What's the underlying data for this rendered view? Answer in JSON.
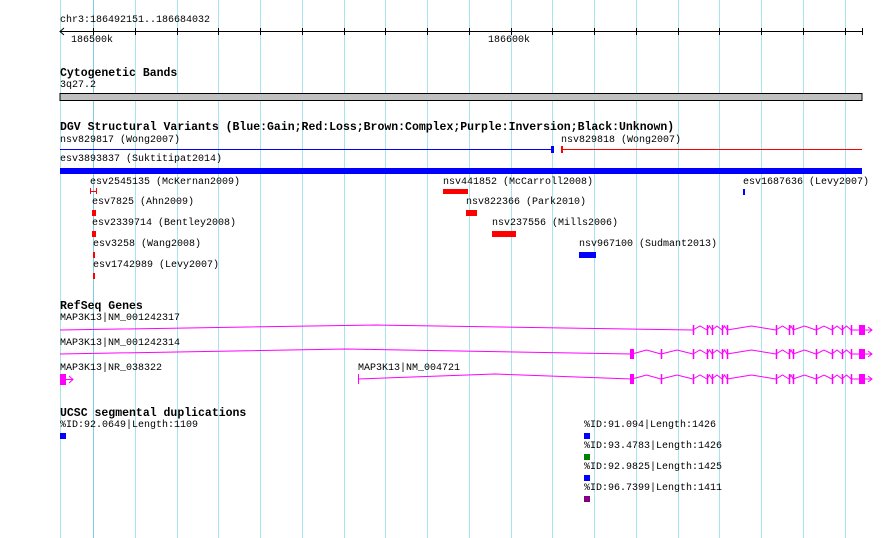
{
  "ruler": {
    "region": "chr3:186492151..186684032",
    "tick_labels": [
      "186500k",
      "186600k"
    ]
  },
  "cytoband": {
    "title": "Cytogenetic Bands",
    "band": "3q27.2"
  },
  "dgv": {
    "title": "DGV Structural Variants (Blue:Gain;Red:Loss;Brown:Complex;Purple:Inversion;Black:Unknown)",
    "features": [
      {
        "label": "nsv829817 (Wong2007)",
        "type": "gain"
      },
      {
        "label": "nsv829818 (Wong2007)",
        "type": "loss"
      },
      {
        "label": "esv3893837 (Suktitipat2014)",
        "type": "gain"
      },
      {
        "label": "esv2545135 (McKernan2009)",
        "type": "loss"
      },
      {
        "label": "nsv441852 (McCarroll2008)",
        "type": "loss"
      },
      {
        "label": "esv1687636 (Levy2007)",
        "type": "gain"
      },
      {
        "label": "esv7825 (Ahn2009)",
        "type": "loss"
      },
      {
        "label": "nsv822366 (Park2010)",
        "type": "loss"
      },
      {
        "label": "esv2339714 (Bentley2008)",
        "type": "loss"
      },
      {
        "label": "nsv237556 (Mills2006)",
        "type": "loss"
      },
      {
        "label": "esv3258 (Wang2008)",
        "type": "loss"
      },
      {
        "label": "nsv967100 (Sudmant2013)",
        "type": "gain"
      },
      {
        "label": "esv1742989 (Levy2007)",
        "type": "loss"
      }
    ]
  },
  "refseq": {
    "title": "RefSeq Genes",
    "genes": [
      {
        "label": "MAP3K13|NM_001242317"
      },
      {
        "label": "MAP3K13|NM_001242314"
      },
      {
        "label": "MAP3K13|NR_038322"
      },
      {
        "label": "MAP3K13|NM_004721"
      }
    ]
  },
  "segdups": {
    "title": "UCSC segmental duplications",
    "features": [
      {
        "label": "%ID:92.0649|Length:1109",
        "color": "#0000ff"
      },
      {
        "label": "%ID:91.094|Length:1426",
        "color": "#0000ff"
      },
      {
        "label": "%ID:93.4783|Length:1426",
        "color": "#008000"
      },
      {
        "label": "%ID:92.9825|Length:1425",
        "color": "#0000ff"
      },
      {
        "label": "%ID:96.7399|Length:1411",
        "color": "#800080"
      }
    ]
  },
  "colors": {
    "gain": "#0000ff",
    "loss": "#ff0000",
    "gene": "#ff00ff",
    "grid": "#a8e4ee",
    "grid_major": "#7ccbe6",
    "band": "#c0c0c0"
  }
}
